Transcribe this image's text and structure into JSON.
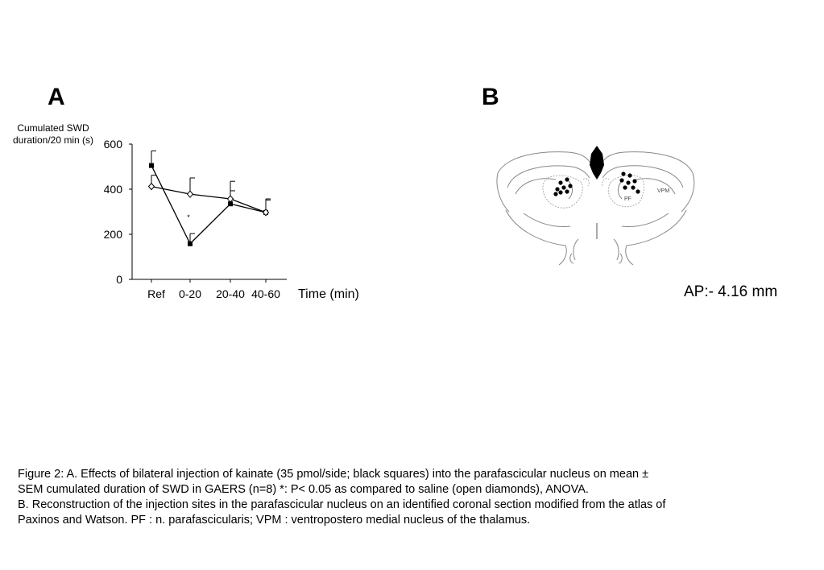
{
  "panels": {
    "a_label": "A",
    "b_label": "B"
  },
  "chart_data": {
    "type": "line",
    "ylabel_line1": "Cumulated SWD",
    "ylabel_line2": "duration/20 min (s)",
    "xlabel": "Time (min)",
    "categories": [
      "Ref",
      "0-20",
      "20-40",
      "40-60"
    ],
    "yticks": [
      0,
      200,
      400,
      600
    ],
    "ylim": [
      0,
      600
    ],
    "series": [
      {
        "marker": "square-filled",
        "values": [
          505,
          158,
          335,
          297
        ],
        "sem": [
          65,
          45,
          58,
          55
        ]
      },
      {
        "marker": "diamond-open",
        "values": [
          412,
          378,
          357,
          297
        ],
        "sem": [
          50,
          72,
          78,
          60
        ]
      }
    ],
    "annotation": {
      "text": "*",
      "category": "0-20",
      "y": 265
    },
    "grid": false,
    "legend": "none"
  },
  "figure_b": {
    "region_label_vpm": "VPM",
    "region_label_pf": "PF",
    "coordinate": "AP:- 4.16 mm"
  },
  "caption": {
    "line1": "Figure 2: A. Effects of bilateral injection of kainate (35 pmol/side; black squares) into the parafascicular nucleus on mean ±",
    "line2": "SEM cumulated duration of SWD in GAERS (n=8) *:  P< 0.05 as compared to saline (open diamonds), ANOVA.",
    "line3": "B. Reconstruction of the injection sites in the parafascicular nucleus on an identified coronal section modified from the atlas of",
    "line4": "Paxinos and Watson. PF : n. parafascicularis; VPM :  ventropostero medial nucleus of the thalamus."
  }
}
